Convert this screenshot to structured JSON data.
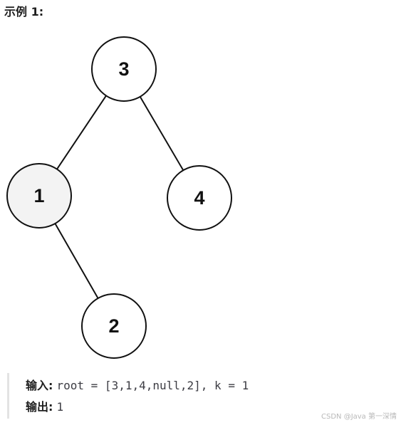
{
  "example_title": "示例 1:",
  "tree": {
    "nodes": [
      {
        "id": "n3",
        "label": "3",
        "fill": "#ffffff"
      },
      {
        "id": "n1",
        "label": "1",
        "fill": "#f3f3f3"
      },
      {
        "id": "n4",
        "label": "4",
        "fill": "#ffffff"
      },
      {
        "id": "n2",
        "label": "2",
        "fill": "#ffffff"
      }
    ],
    "edges": [
      {
        "from": "n3",
        "to": "n1"
      },
      {
        "from": "n3",
        "to": "n4"
      },
      {
        "from": "n1",
        "to": "n2"
      }
    ]
  },
  "io": {
    "input_label": "输入:",
    "input_value": "root = [3,1,4,null,2], k = 1",
    "output_label": "输出:",
    "output_value": "1"
  },
  "watermark": "CSDN @Java 第一深情"
}
